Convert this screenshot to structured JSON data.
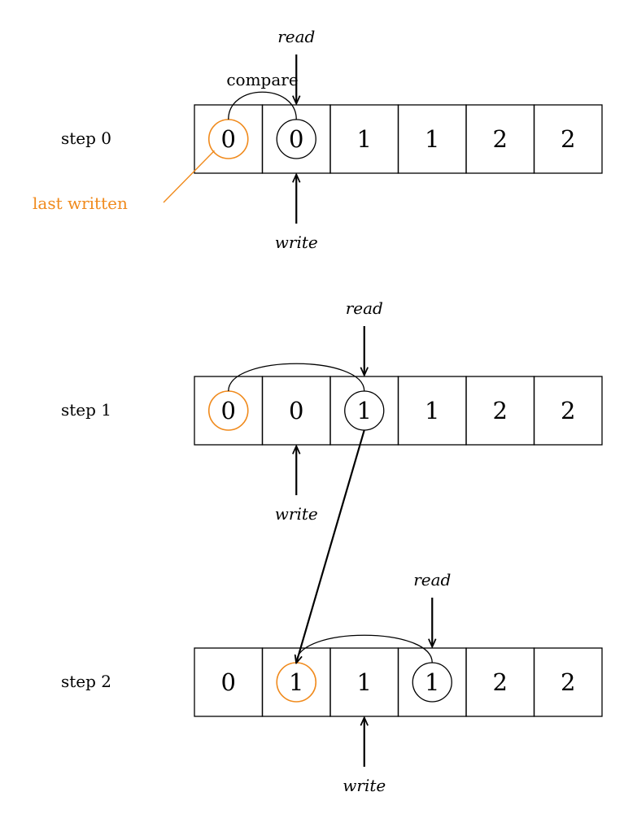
{
  "steps": [
    {
      "label": "step 0",
      "cells": [
        "0",
        "0",
        "1",
        "1",
        "2",
        "2"
      ],
      "read_index": 1,
      "write_index": 1,
      "highlight_index": 0,
      "circled_index": 1,
      "arc_from": 0,
      "arc_to": 1,
      "arc_label": "compare",
      "annotation": "last written"
    },
    {
      "label": "step 1",
      "cells": [
        "0",
        "0",
        "1",
        "1",
        "2",
        "2"
      ],
      "read_index": 2,
      "write_index": 1,
      "highlight_index": 0,
      "circled_index": 2,
      "arc_from": 0,
      "arc_to": 2
    },
    {
      "label": "step 2",
      "cells": [
        "0",
        "1",
        "1",
        "1",
        "2",
        "2"
      ],
      "read_index": 3,
      "write_index": 2,
      "highlight_index": 1,
      "circled_index": 3,
      "arc_from": 1,
      "arc_to": 3
    }
  ],
  "pointers": {
    "read": "read",
    "write": "write"
  },
  "colors": {
    "highlight": "#F08A1C",
    "ink": "#000000"
  }
}
